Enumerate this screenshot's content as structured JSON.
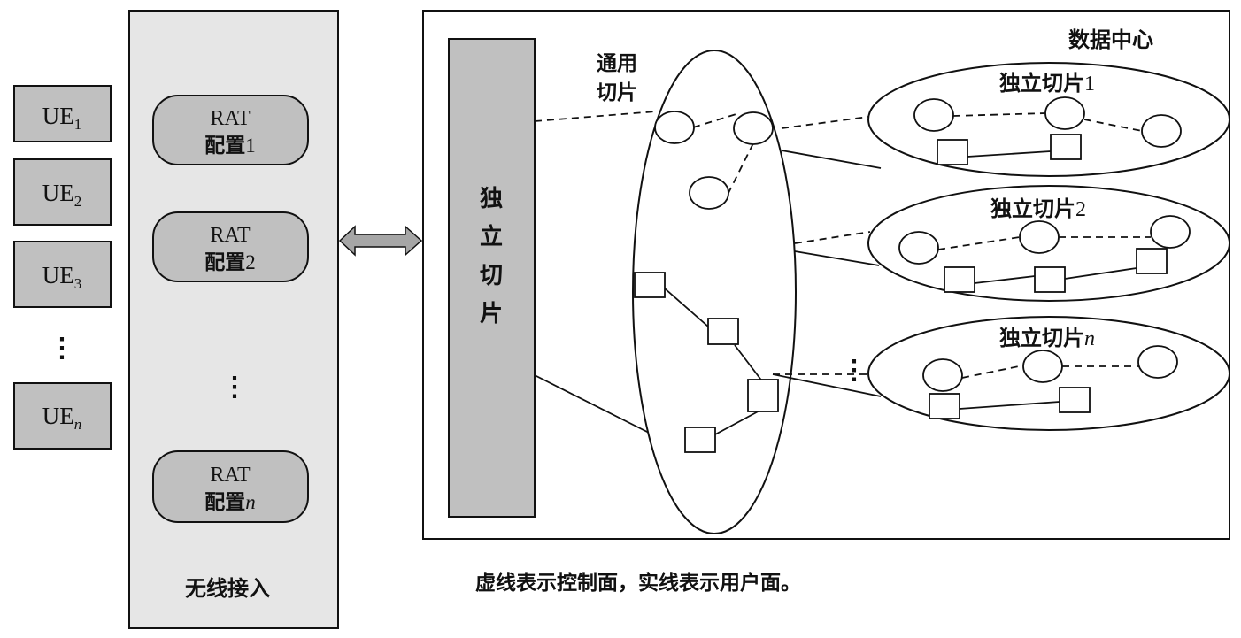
{
  "ue_devices": [
    {
      "base": "UE",
      "sub": "1"
    },
    {
      "base": "UE",
      "sub": "2"
    },
    {
      "base": "UE",
      "sub": "3"
    },
    {
      "base": "UE",
      "sub": "n"
    }
  ],
  "ue_ellipsis": "⋮",
  "radio_access": {
    "label": "无线接入",
    "configs": [
      {
        "line1": "RAT",
        "prefix": "配置",
        "suffix": "1"
      },
      {
        "line1": "RAT",
        "prefix": "配置",
        "suffix": "2"
      },
      {
        "line1": "RAT",
        "prefix": "配置",
        "suffix": "n"
      }
    ],
    "ellipsis": "⋮"
  },
  "data_center": {
    "label": "数据中心",
    "independent_slice_bar": [
      "独",
      "立",
      "切",
      "片"
    ],
    "common_slice": {
      "line1": "通用",
      "line2": "切片"
    },
    "independent_slices": [
      {
        "prefix": "独立切片",
        "suffix": "1"
      },
      {
        "prefix": "独立切片",
        "suffix": "2"
      },
      {
        "prefix": "独立切片",
        "suffix": "n"
      }
    ],
    "ellipsis": "⋮"
  },
  "legend": "虚线表示控制面，实线表示用户面。",
  "colors": {
    "ue_fill": "#c0c0c0",
    "radio_panel_fill": "#e6e6e6",
    "rat_fill": "#c0c0c0",
    "slice_bar_fill": "#c0c0c0",
    "arrow_fill": "#a6a6a6",
    "stroke": "#111111"
  }
}
